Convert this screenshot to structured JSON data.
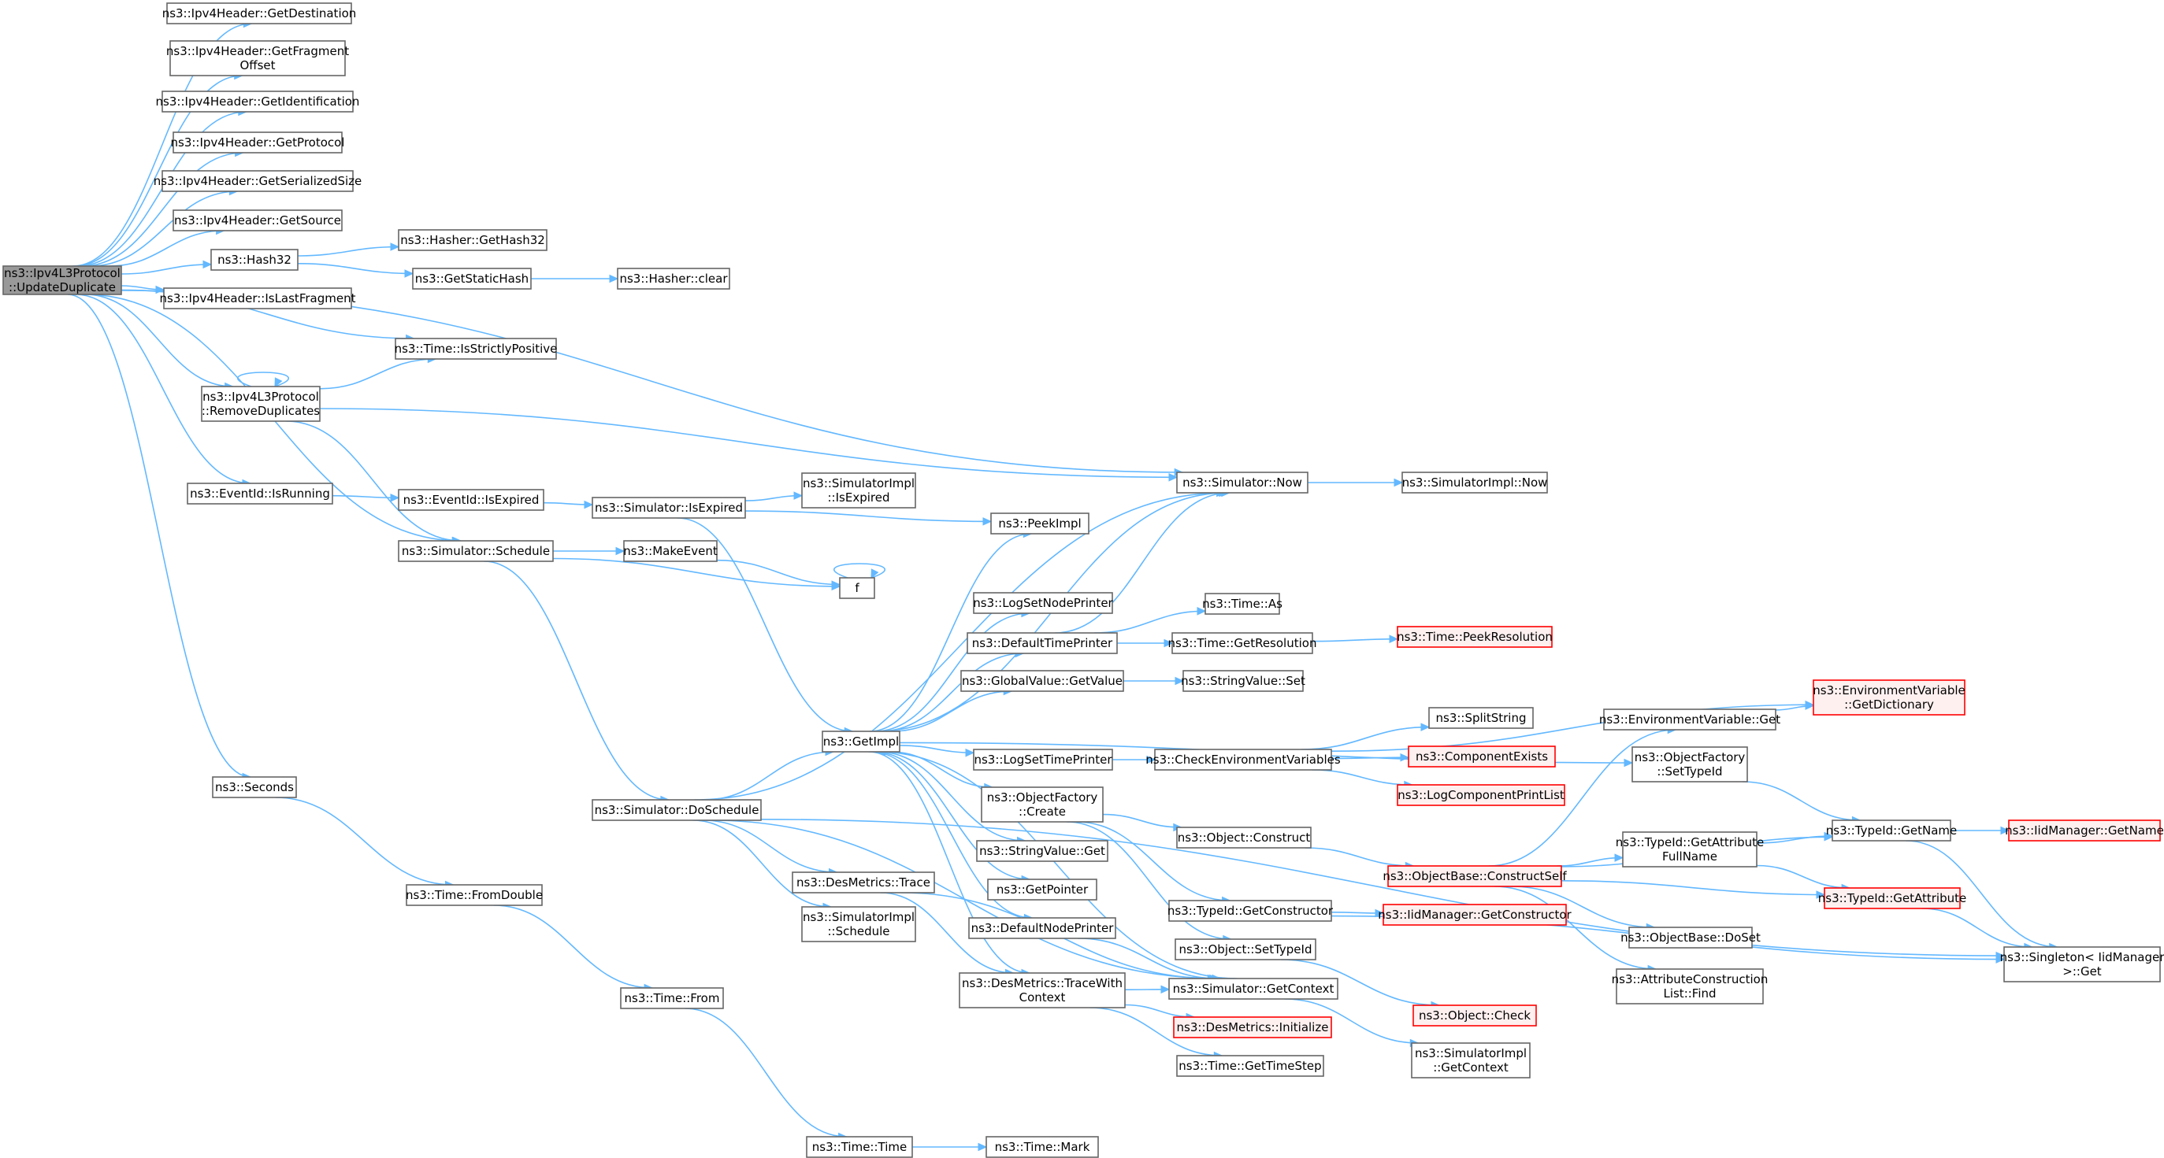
{
  "graph": {
    "colors": {
      "edge": "#63b8ff",
      "node_fill": "#ffffff",
      "node_border": "#666666",
      "root_fill": "#999999",
      "truncated_border": "#ff0000",
      "truncated_fill": "#fff0f0"
    },
    "nodes": [
      {
        "id": "root",
        "lines": [
          "ns3::Ipv4L3Protocol",
          "::UpdateDuplicate"
        ],
        "style": "root"
      },
      {
        "id": "getdest",
        "lines": [
          "ns3::Ipv4Header::GetDestination"
        ],
        "style": "normal"
      },
      {
        "id": "getfrag",
        "lines": [
          "ns3::Ipv4Header::GetFragment",
          "Offset"
        ],
        "style": "normal"
      },
      {
        "id": "getident",
        "lines": [
          "ns3::Ipv4Header::GetIdentification"
        ],
        "style": "normal"
      },
      {
        "id": "getproto",
        "lines": [
          "ns3::Ipv4Header::GetProtocol"
        ],
        "style": "normal"
      },
      {
        "id": "getsersize",
        "lines": [
          "ns3::Ipv4Header::GetSerializedSize"
        ],
        "style": "normal"
      },
      {
        "id": "getsource",
        "lines": [
          "ns3::Ipv4Header::GetSource"
        ],
        "style": "normal"
      },
      {
        "id": "hash32",
        "lines": [
          "ns3::Hash32"
        ],
        "style": "normal"
      },
      {
        "id": "islastfrag",
        "lines": [
          "ns3::Ipv4Header::IsLastFragment"
        ],
        "style": "normal"
      },
      {
        "id": "isstrictpos",
        "lines": [
          "ns3::Time::IsStrictlyPositive"
        ],
        "style": "normal"
      },
      {
        "id": "removedup",
        "lines": [
          "ns3::Ipv4L3Protocol",
          "::RemoveDuplicates"
        ],
        "style": "normal"
      },
      {
        "id": "eventisrunning",
        "lines": [
          "ns3::EventId::IsRunning"
        ],
        "style": "normal"
      },
      {
        "id": "seconds",
        "lines": [
          "ns3::Seconds"
        ],
        "style": "normal"
      },
      {
        "id": "hashergethash32",
        "lines": [
          "ns3::Hasher::GetHash32"
        ],
        "style": "normal"
      },
      {
        "id": "getstatichash",
        "lines": [
          "ns3::GetStaticHash"
        ],
        "style": "normal"
      },
      {
        "id": "hasherclear",
        "lines": [
          "ns3::Hasher::clear"
        ],
        "style": "normal"
      },
      {
        "id": "eventisexpired",
        "lines": [
          "ns3::EventId::IsExpired"
        ],
        "style": "normal"
      },
      {
        "id": "simschedule",
        "lines": [
          "ns3::Simulator::Schedule"
        ],
        "style": "normal"
      },
      {
        "id": "timefromdouble",
        "lines": [
          "ns3::Time::FromDouble"
        ],
        "style": "normal"
      },
      {
        "id": "simisexpired",
        "lines": [
          "ns3::Simulator::IsExpired"
        ],
        "style": "normal"
      },
      {
        "id": "makeevent",
        "lines": [
          "ns3::MakeEvent"
        ],
        "style": "normal"
      },
      {
        "id": "simdoschedule",
        "lines": [
          "ns3::Simulator::DoSchedule"
        ],
        "style": "normal"
      },
      {
        "id": "timefrom",
        "lines": [
          "ns3::Time::From"
        ],
        "style": "normal"
      },
      {
        "id": "timetime",
        "lines": [
          "ns3::Time::Time"
        ],
        "style": "normal"
      },
      {
        "id": "simimplisexpired",
        "lines": [
          "ns3::SimulatorImpl",
          "::IsExpired"
        ],
        "style": "normal"
      },
      {
        "id": "getimpl",
        "lines": [
          "ns3::GetImpl"
        ],
        "style": "normal"
      },
      {
        "id": "desmetricstrace",
        "lines": [
          "ns3::DesMetrics::Trace"
        ],
        "style": "normal"
      },
      {
        "id": "simimplschedule",
        "lines": [
          "ns3::SimulatorImpl",
          "::Schedule"
        ],
        "style": "normal"
      },
      {
        "id": "peekimpl",
        "lines": [
          "ns3::PeekImpl"
        ],
        "style": "normal"
      },
      {
        "id": "f",
        "lines": [
          "f"
        ],
        "style": "normal"
      },
      {
        "id": "logsetnodeprinter",
        "lines": [
          "ns3::LogSetNodePrinter"
        ],
        "style": "normal"
      },
      {
        "id": "defaulttimeprinter",
        "lines": [
          "ns3::DefaultTimePrinter"
        ],
        "style": "normal"
      },
      {
        "id": "globalvaluegetvalue",
        "lines": [
          "ns3::GlobalValue::GetValue"
        ],
        "style": "normal"
      },
      {
        "id": "logsettimeprinter",
        "lines": [
          "ns3::LogSetTimePrinter"
        ],
        "style": "normal"
      },
      {
        "id": "objectfactorycreate",
        "lines": [
          "ns3::ObjectFactory",
          "::Create"
        ],
        "style": "normal"
      },
      {
        "id": "stringvalueget",
        "lines": [
          "ns3::StringValue::Get"
        ],
        "style": "normal"
      },
      {
        "id": "getpointer",
        "lines": [
          "ns3::GetPointer"
        ],
        "style": "normal"
      },
      {
        "id": "defaultnodeprinter",
        "lines": [
          "ns3::DefaultNodePrinter"
        ],
        "style": "normal"
      },
      {
        "id": "desmetricstracewith",
        "lines": [
          "ns3::DesMetrics::TraceWith",
          "Context"
        ],
        "style": "normal"
      },
      {
        "id": "timemark",
        "lines": [
          "ns3::Time::Mark"
        ],
        "style": "normal"
      },
      {
        "id": "simnow",
        "lines": [
          "ns3::Simulator::Now"
        ],
        "style": "normal"
      },
      {
        "id": "timeas",
        "lines": [
          "ns3::Time::As"
        ],
        "style": "normal"
      },
      {
        "id": "timegetresolution",
        "lines": [
          "ns3::Time::GetResolution"
        ],
        "style": "normal"
      },
      {
        "id": "stringvalueset",
        "lines": [
          "ns3::StringValue::Set"
        ],
        "style": "normal"
      },
      {
        "id": "checkenvvars",
        "lines": [
          "ns3::CheckEnvironmentVariables"
        ],
        "style": "normal"
      },
      {
        "id": "objectconstruct",
        "lines": [
          "ns3::Object::Construct"
        ],
        "style": "normal"
      },
      {
        "id": "typeidgetconstructor",
        "lines": [
          "ns3::TypeId::GetConstructor"
        ],
        "style": "normal"
      },
      {
        "id": "objectsettypeid",
        "lines": [
          "ns3::Object::SetTypeId"
        ],
        "style": "normal"
      },
      {
        "id": "simgetcontext",
        "lines": [
          "ns3::Simulator::GetContext"
        ],
        "style": "normal"
      },
      {
        "id": "desmetricsinit",
        "lines": [
          "ns3::DesMetrics::Initialize"
        ],
        "style": "truncated"
      },
      {
        "id": "timegettimestep",
        "lines": [
          "ns3::Time::GetTimeStep"
        ],
        "style": "normal"
      },
      {
        "id": "simimplnow",
        "lines": [
          "ns3::SimulatorImpl::Now"
        ],
        "style": "normal"
      },
      {
        "id": "timepeekresolution",
        "lines": [
          "ns3::Time::PeekResolution"
        ],
        "style": "truncated"
      },
      {
        "id": "splitstring",
        "lines": [
          "ns3::SplitString"
        ],
        "style": "normal"
      },
      {
        "id": "componentexists",
        "lines": [
          "ns3::ComponentExists"
        ],
        "style": "truncated"
      },
      {
        "id": "logcomponentprintlist",
        "lines": [
          "ns3::LogComponentPrintList"
        ],
        "style": "truncated"
      },
      {
        "id": "objectbaseconstructself",
        "lines": [
          "ns3::ObjectBase::ConstructSelf"
        ],
        "style": "truncated"
      },
      {
        "id": "iidmanagergetconstructor",
        "lines": [
          "ns3::IidManager::GetConstructor"
        ],
        "style": "truncated"
      },
      {
        "id": "objectcheck",
        "lines": [
          "ns3::Object::Check"
        ],
        "style": "truncated"
      },
      {
        "id": "simimplgetcontext",
        "lines": [
          "ns3::SimulatorImpl",
          "::GetContext"
        ],
        "style": "normal"
      },
      {
        "id": "envvarget",
        "lines": [
          "ns3::EnvironmentVariable::Get"
        ],
        "style": "normal"
      },
      {
        "id": "objectfactorysettypeid",
        "lines": [
          "ns3::ObjectFactory",
          "::SetTypeId"
        ],
        "style": "normal"
      },
      {
        "id": "typeidgetattrfullname",
        "lines": [
          "ns3::TypeId::GetAttribute",
          "FullName"
        ],
        "style": "normal"
      },
      {
        "id": "objectbasedoset",
        "lines": [
          "ns3::ObjectBase::DoSet"
        ],
        "style": "normal"
      },
      {
        "id": "attrconstructionlistfind",
        "lines": [
          "ns3::AttributeConstruction",
          "List::Find"
        ],
        "style": "normal"
      },
      {
        "id": "envvargetdict",
        "lines": [
          "ns3::EnvironmentVariable",
          "::GetDictionary"
        ],
        "style": "truncated"
      },
      {
        "id": "typeidgetname",
        "lines": [
          "ns3::TypeId::GetName"
        ],
        "style": "normal"
      },
      {
        "id": "typeidgetattribute",
        "lines": [
          "ns3::TypeId::GetAttribute"
        ],
        "style": "truncated"
      },
      {
        "id": "iidmanagergetname",
        "lines": [
          "ns3::IidManager::GetName"
        ],
        "style": "truncated"
      },
      {
        "id": "singletonget",
        "lines": [
          "ns3::Singleton< IidManager",
          " >::Get"
        ],
        "style": "normal"
      }
    ],
    "edges": [
      [
        "root",
        "getdest"
      ],
      [
        "root",
        "getfrag"
      ],
      [
        "root",
        "getident"
      ],
      [
        "root",
        "getproto"
      ],
      [
        "root",
        "getsersize"
      ],
      [
        "root",
        "getsource"
      ],
      [
        "root",
        "hash32"
      ],
      [
        "root",
        "islastfrag"
      ],
      [
        "root",
        "isstrictpos"
      ],
      [
        "root",
        "removedup"
      ],
      [
        "root",
        "simnow"
      ],
      [
        "root",
        "eventisrunning"
      ],
      [
        "root",
        "simschedule"
      ],
      [
        "root",
        "seconds"
      ],
      [
        "hash32",
        "hashergethash32"
      ],
      [
        "hash32",
        "getstatichash"
      ],
      [
        "getstatichash",
        "hasherclear"
      ],
      [
        "removedup",
        "removedup"
      ],
      [
        "removedup",
        "isstrictpos"
      ],
      [
        "removedup",
        "simnow"
      ],
      [
        "removedup",
        "simschedule"
      ],
      [
        "eventisrunning",
        "eventisexpired"
      ],
      [
        "eventisexpired",
        "simisexpired"
      ],
      [
        "simisexpired",
        "simimplisexpired"
      ],
      [
        "simisexpired",
        "peekimpl"
      ],
      [
        "simisexpired",
        "getimpl"
      ],
      [
        "simschedule",
        "makeevent"
      ],
      [
        "simschedule",
        "f"
      ],
      [
        "simschedule",
        "simdoschedule"
      ],
      [
        "makeevent",
        "f"
      ],
      [
        "f",
        "f"
      ],
      [
        "seconds",
        "timefromdouble"
      ],
      [
        "timefromdouble",
        "timefrom"
      ],
      [
        "timefrom",
        "timetime"
      ],
      [
        "timetime",
        "timemark"
      ],
      [
        "simdoschedule",
        "simnow"
      ],
      [
        "simdoschedule",
        "getimpl"
      ],
      [
        "simdoschedule",
        "desmetricstrace"
      ],
      [
        "simdoschedule",
        "simimplschedule"
      ],
      [
        "simdoschedule",
        "simgetcontext"
      ],
      [
        "simdoschedule",
        "singletonget"
      ],
      [
        "getimpl",
        "peekimpl"
      ],
      [
        "getimpl",
        "simnow"
      ],
      [
        "getimpl",
        "logsetnodeprinter"
      ],
      [
        "getimpl",
        "defaulttimeprinter"
      ],
      [
        "getimpl",
        "globalvaluegetvalue"
      ],
      [
        "getimpl",
        "objectfactorysettypeid"
      ],
      [
        "getimpl",
        "logsettimeprinter"
      ],
      [
        "getimpl",
        "objectfactorycreate"
      ],
      [
        "getimpl",
        "stringvalueget"
      ],
      [
        "getimpl",
        "getpointer"
      ],
      [
        "getimpl",
        "defaultnodeprinter"
      ],
      [
        "getimpl",
        "desmetricstracewith"
      ],
      [
        "desmetricstrace",
        "simgetcontext"
      ],
      [
        "desmetricstrace",
        "desmetricstracewith"
      ],
      [
        "simgetcontext",
        "getimpl"
      ],
      [
        "simgetcontext",
        "simimplgetcontext"
      ],
      [
        "defaultnodeprinter",
        "simgetcontext"
      ],
      [
        "desmetricstracewith",
        "simgetcontext"
      ],
      [
        "desmetricstracewith",
        "desmetricsinit"
      ],
      [
        "desmetricstracewith",
        "timegettimestep"
      ],
      [
        "defaulttimeprinter",
        "simnow"
      ],
      [
        "defaulttimeprinter",
        "timeas"
      ],
      [
        "defaulttimeprinter",
        "timegetresolution"
      ],
      [
        "timegetresolution",
        "timepeekresolution"
      ],
      [
        "globalvaluegetvalue",
        "stringvalueset"
      ],
      [
        "logsettimeprinter",
        "checkenvvars"
      ],
      [
        "checkenvvars",
        "splitstring"
      ],
      [
        "checkenvvars",
        "componentexists"
      ],
      [
        "checkenvvars",
        "logcomponentprintlist"
      ],
      [
        "checkenvvars",
        "envvargetdict"
      ],
      [
        "objectfactorycreate",
        "objectconstruct"
      ],
      [
        "objectfactorycreate",
        "typeidgetconstructor"
      ],
      [
        "objectfactorycreate",
        "objectsettypeid"
      ],
      [
        "objectconstruct",
        "objectbaseconstructself"
      ],
      [
        "typeidgetconstructor",
        "iidmanagergetconstructor"
      ],
      [
        "typeidgetconstructor",
        "singletonget"
      ],
      [
        "objectsettypeid",
        "objectcheck"
      ],
      [
        "simnow",
        "simimplnow"
      ],
      [
        "objectbaseconstructself",
        "envvarget"
      ],
      [
        "objectbaseconstructself",
        "typeidgetattrfullname"
      ],
      [
        "objectbaseconstructself",
        "typeidgetname"
      ],
      [
        "objectbaseconstructself",
        "typeidgetattribute"
      ],
      [
        "objectbaseconstructself",
        "objectbasedoset"
      ],
      [
        "objectbaseconstructself",
        "attrconstructionlistfind"
      ],
      [
        "envvarget",
        "envvargetdict"
      ],
      [
        "objectfactorysettypeid",
        "typeidgetname"
      ],
      [
        "typeidgetattrfullname",
        "typeidgetname"
      ],
      [
        "typeidgetattrfullname",
        "typeidgetattribute"
      ],
      [
        "typeidgetname",
        "iidmanagergetname"
      ],
      [
        "typeidgetname",
        "singletonget"
      ],
      [
        "typeidgetattribute",
        "singletonget"
      ]
    ]
  }
}
